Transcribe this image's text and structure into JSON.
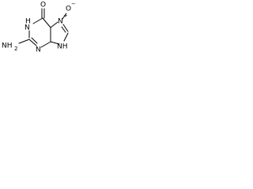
{
  "molecule": {
    "atoms": {
      "carbonyl_oxygen": "O",
      "oxide_oxygen": "O",
      "oxide_charge": "−",
      "ring_nh": "H",
      "n1": "N",
      "amino_group": "NH",
      "amino_subscript": "2",
      "n_plus": "N",
      "n_plus_charge": "+",
      "imidazole_n": "N",
      "imidazole_nh": "NH",
      "ring_n3": "N"
    },
    "colors": {
      "bond": "#000000",
      "text": "#000000",
      "background": "#ffffff"
    }
  }
}
